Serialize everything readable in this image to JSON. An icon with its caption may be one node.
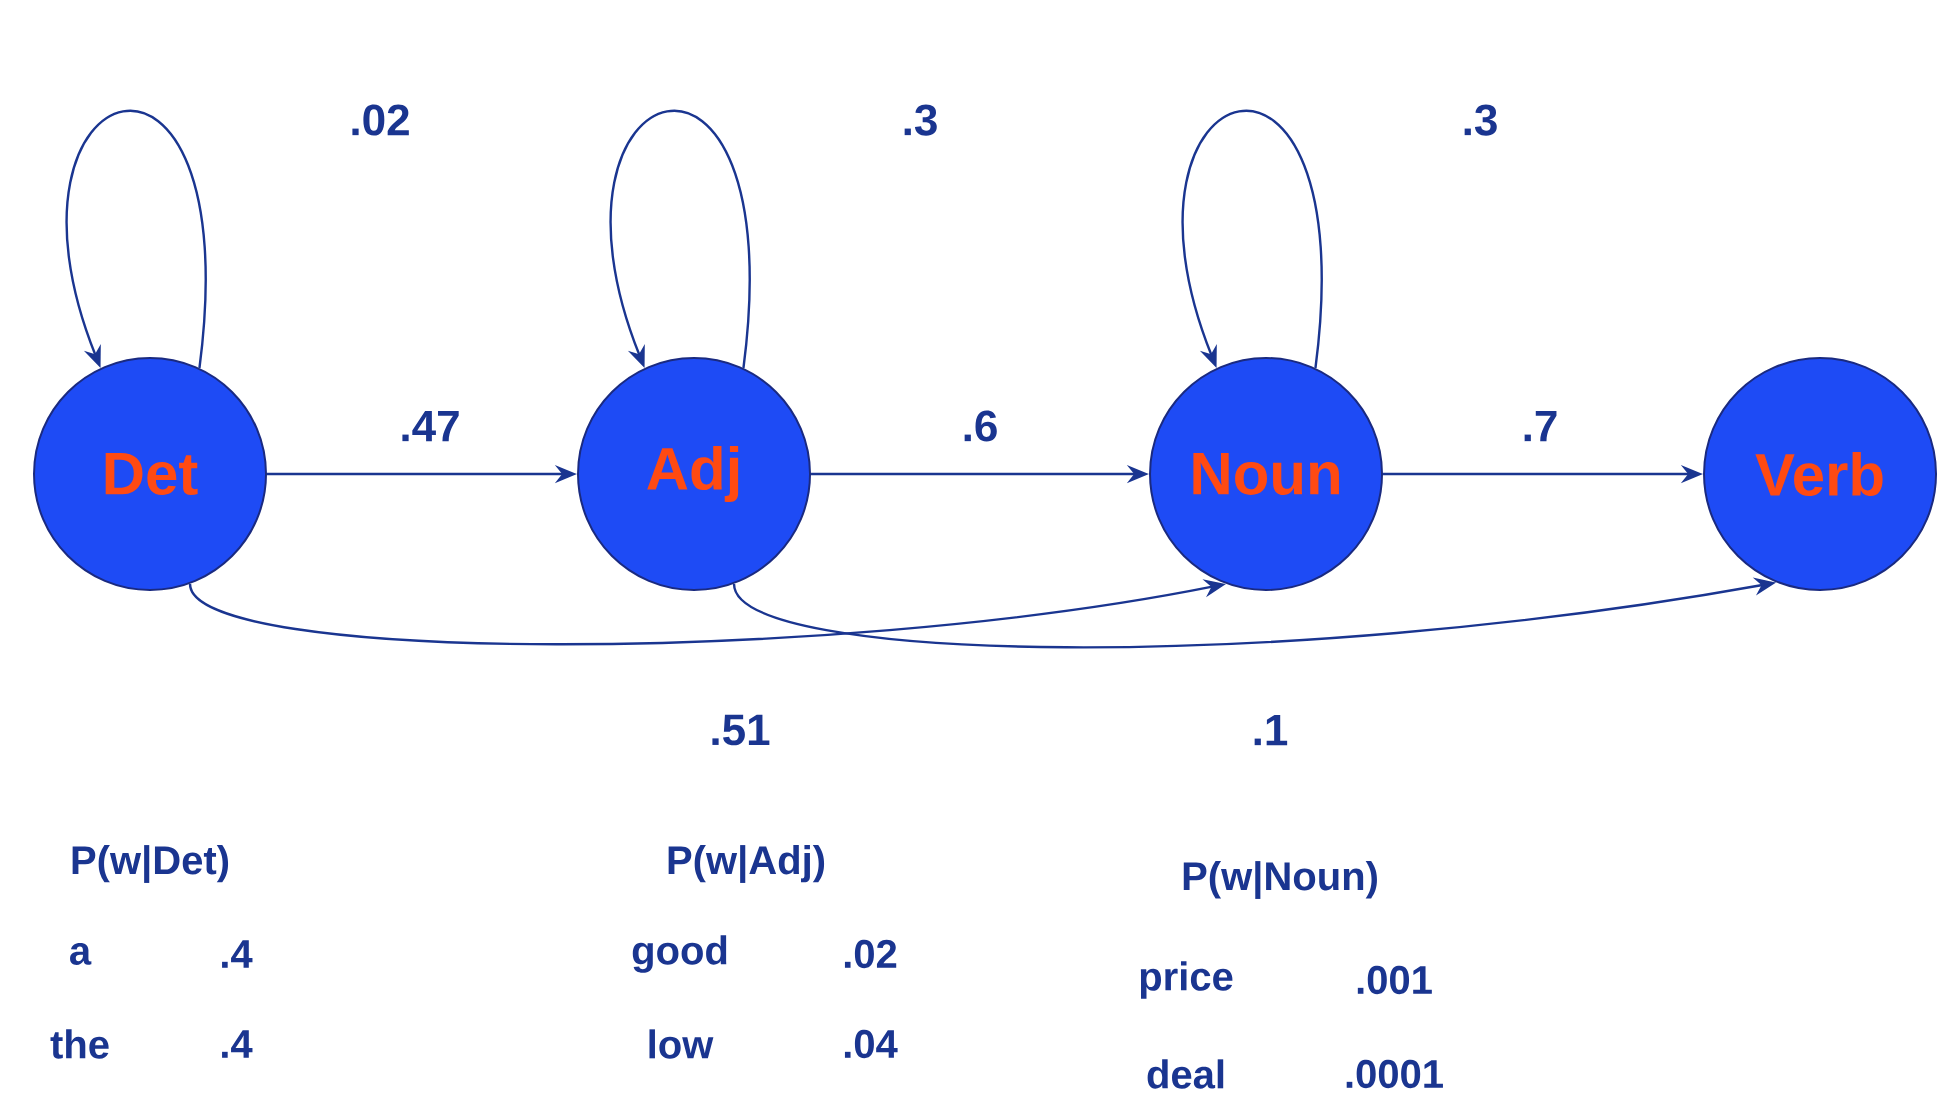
{
  "diagram": {
    "nodes": [
      {
        "text": [
          "Det"
        ]
      },
      {
        "text": [
          "Adj"
        ]
      },
      {
        "text": [
          "Noun"
        ]
      },
      {
        "text": [
          "Verb"
        ]
      }
    ],
    "edges": [
      {
        "from": 0,
        "to": 0,
        "arrow": "to",
        "label": ".02"
      },
      {
        "from": 1,
        "to": 1,
        "arrow": "to",
        "label": ".3"
      },
      {
        "from": 2,
        "to": 2,
        "arrow": "to",
        "label": ".3"
      },
      {
        "from": 0,
        "to": 1,
        "arrow": "to",
        "label": ".47"
      },
      {
        "from": 1,
        "to": 2,
        "arrow": "to",
        "label": ".6"
      },
      {
        "from": 2,
        "to": 3,
        "arrow": "to",
        "label": ".7"
      },
      {
        "from": 0,
        "to": 2,
        "arrow": "to",
        "label": ".51"
      },
      {
        "from": 1,
        "to": 3,
        "arrow": "to",
        "label": ".1"
      }
    ],
    "labels": [
      "P(w|Det)",
      "a",
      ".4",
      "the",
      ".4",
      "P(w|Adj)",
      "good",
      ".02",
      "low",
      ".04",
      "P(w|Noun)",
      "price",
      ".001",
      "deal",
      ".0001"
    ]
  }
}
